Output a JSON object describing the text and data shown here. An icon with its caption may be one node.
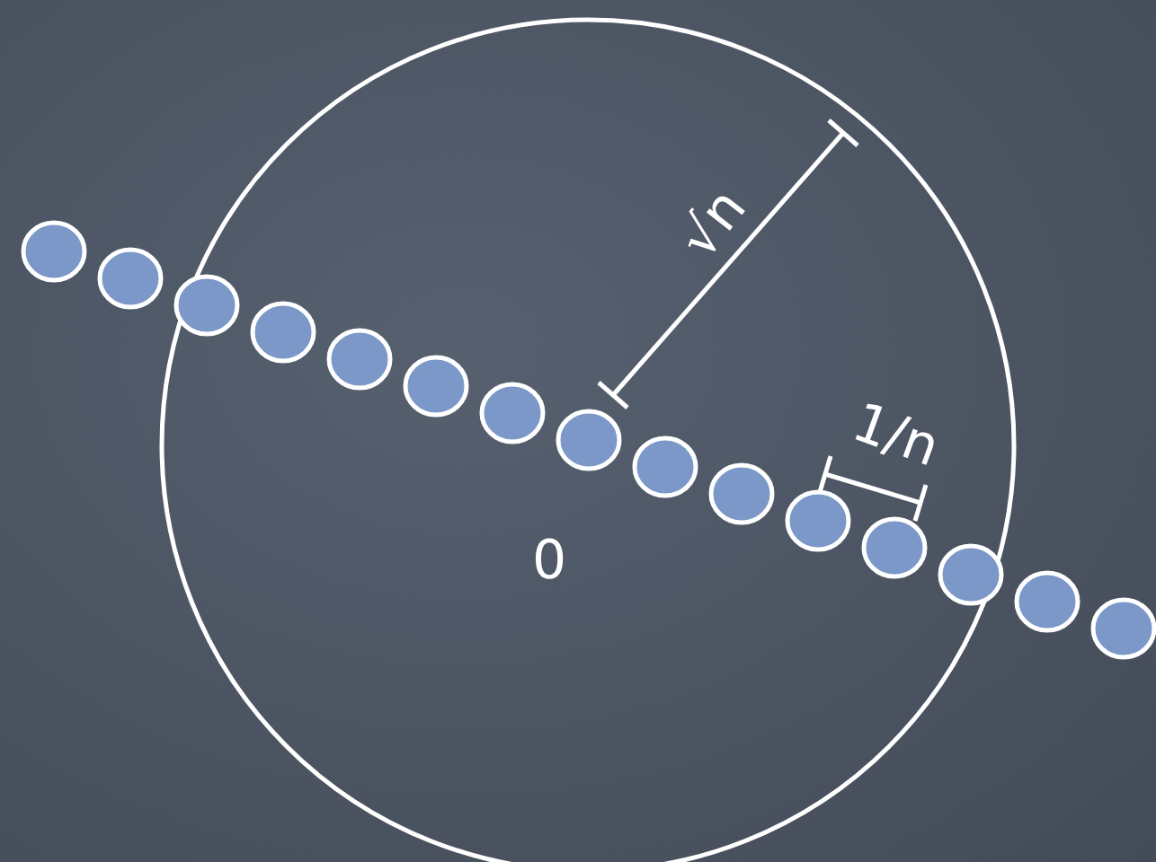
{
  "diagram": {
    "labels": [
      "√n",
      "1/n",
      "0"
    ]
  }
}
